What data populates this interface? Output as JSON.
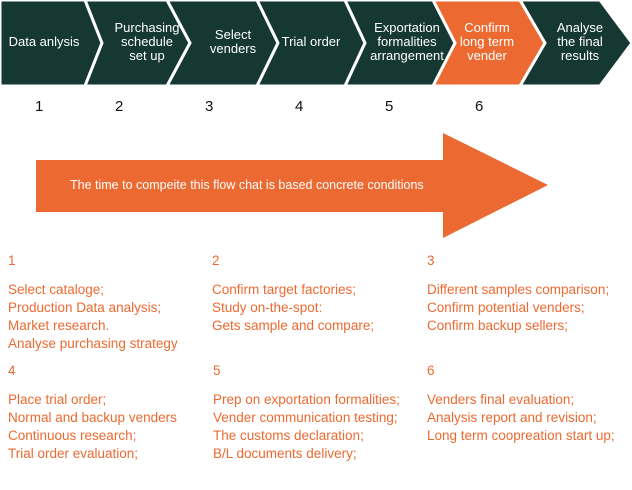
{
  "colors": {
    "dark": "#153833",
    "accent": "#ec6a31",
    "separator": "#ffffff",
    "text_dark": "#111111"
  },
  "process": {
    "steps": [
      {
        "label": "Data anlysis",
        "highlight": false
      },
      {
        "label": "Purchasing\nschedule\nset up",
        "highlight": false
      },
      {
        "label": "Select\nvenders",
        "highlight": false
      },
      {
        "label": "Trial order",
        "highlight": false
      },
      {
        "label": "Exportation\nformalities\narrangement",
        "highlight": false
      },
      {
        "label": "Confirm\nlong term\nvender",
        "highlight": true
      },
      {
        "label": "Analyse\nthe final\nresults",
        "highlight": false
      }
    ],
    "numbers": [
      "1",
      "2",
      "3",
      "4",
      "5",
      "6"
    ]
  },
  "timeline_arrow": {
    "text": "The time to compeite this flow chat is based concrete conditions"
  },
  "details": [
    {
      "num": "1",
      "lines": [
        "Select cataloge;",
        "Production Data analysis;",
        "Market research.",
        "Analyse purchasing strategy"
      ]
    },
    {
      "num": "2",
      "lines": [
        "Confirm target factories;",
        "Study on-the-spot:",
        "Gets sample and compare;"
      ]
    },
    {
      "num": "3",
      "lines": [
        "Different samples comparison;",
        "Confirm potential venders;",
        "Confirm backup sellers;"
      ]
    },
    {
      "num": "4",
      "lines": [
        "Place trial order;",
        "Normal and backup venders",
        "Continuous research;",
        "Trial order evaluation;"
      ]
    },
    {
      "num": "5",
      "lines": [
        "Prep on exportation formalities;",
        "Vender communication testing;",
        "The customs declaration;",
        "B/L documents delivery;"
      ]
    },
    {
      "num": "6",
      "lines": [
        "Venders final evaluation;",
        "Analysis report and revision;",
        "Long term coopreation start up;"
      ]
    }
  ]
}
